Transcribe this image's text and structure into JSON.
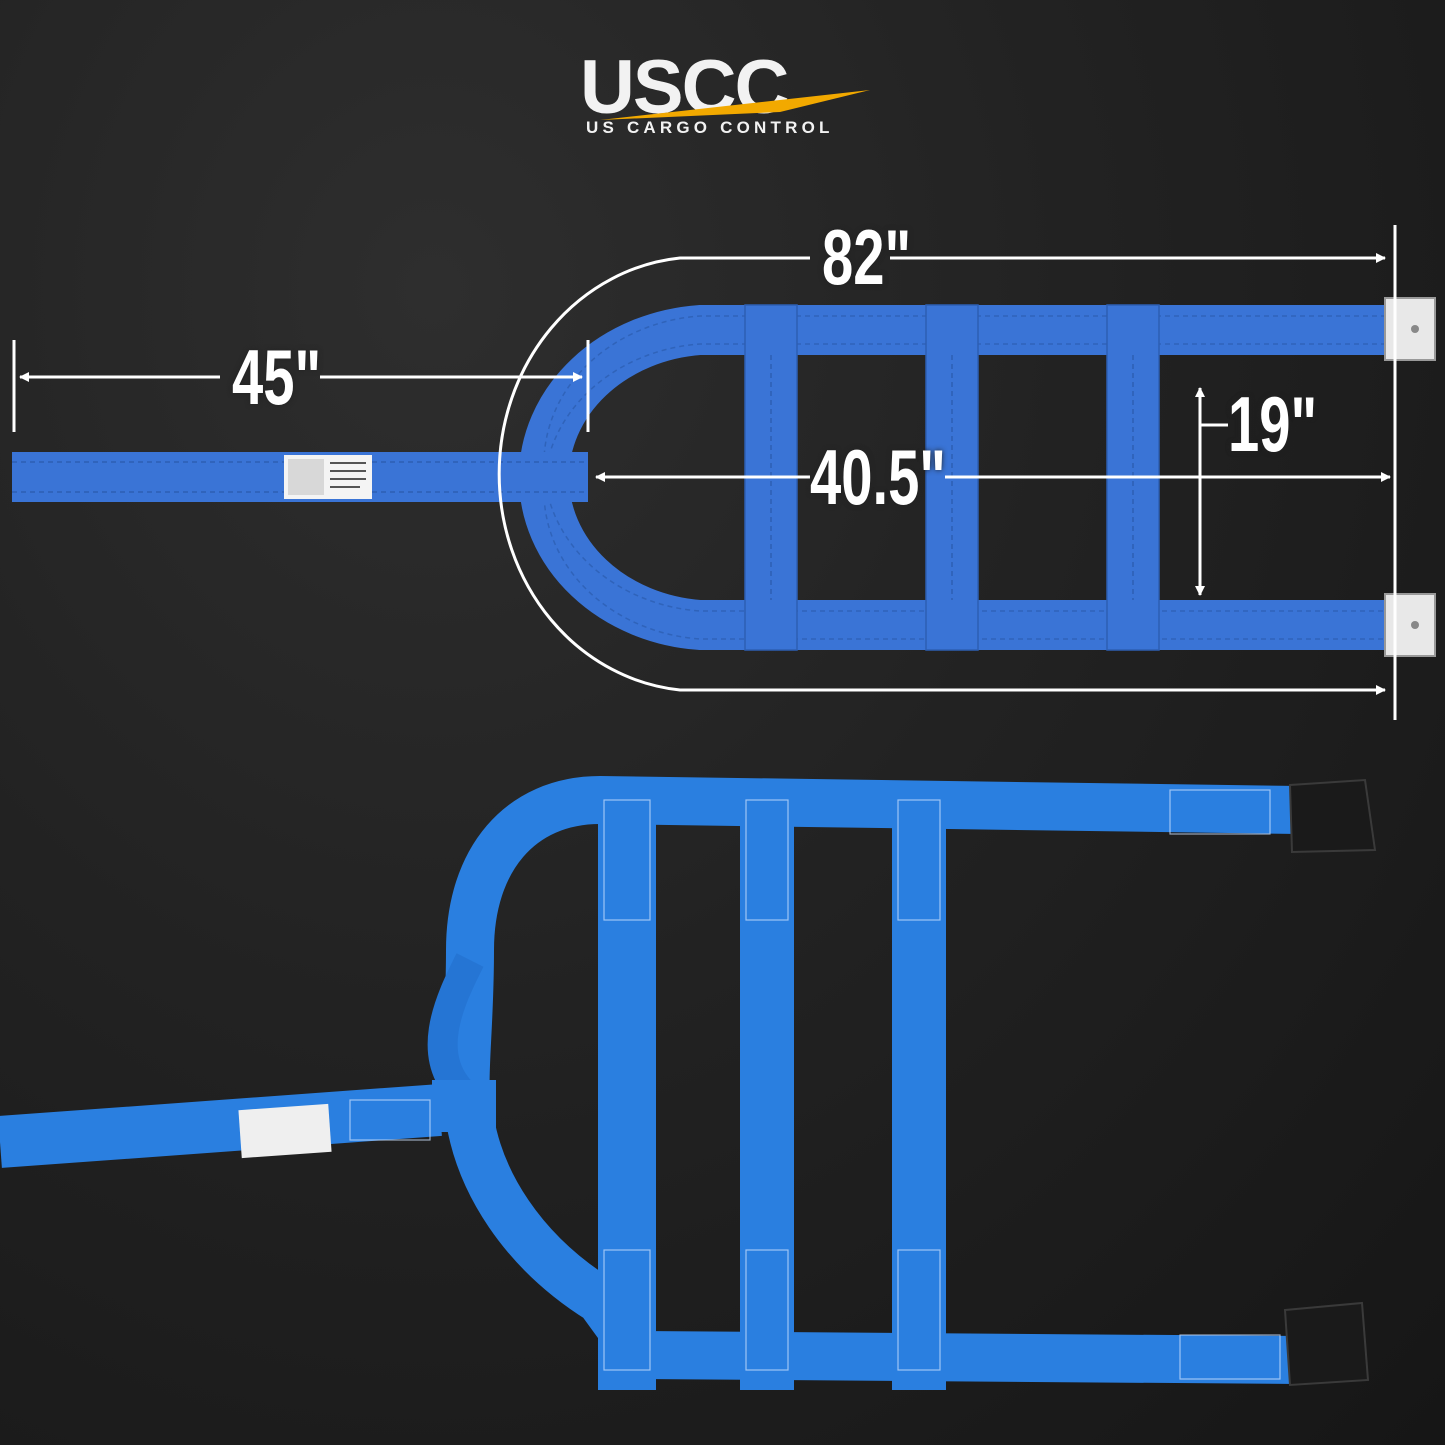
{
  "logo": {
    "mark": "USCC",
    "subtitle": "US CARGO CONTROL",
    "accent_color": "#f2a900"
  },
  "dimensions": {
    "overall_length": "82\"",
    "tail_length": "45\"",
    "ladder_length": "40.5\"",
    "width": "19\""
  },
  "colors": {
    "strap_blue": "#3a74d6",
    "photo_strap_blue": "#2a7fe0",
    "background": "#1c1c1c",
    "fitting": "#1a1a1a"
  },
  "icons": {
    "end_fitting": "e-track-spring-fitting-icon",
    "label_tag": "warning-label-icon"
  }
}
